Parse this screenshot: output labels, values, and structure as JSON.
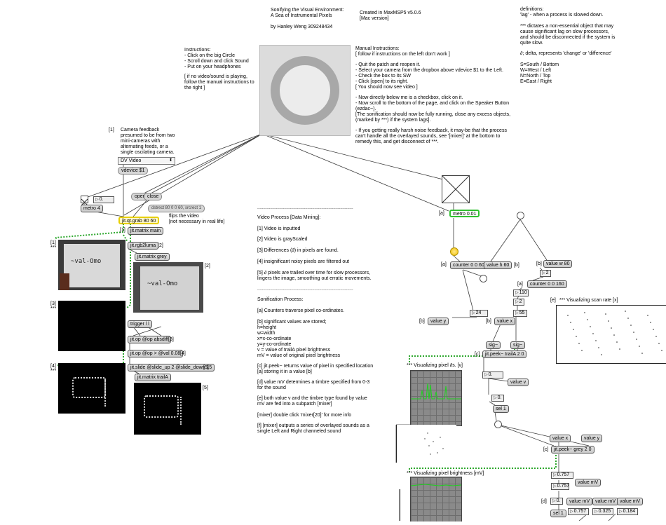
{
  "header": {
    "title1": "Sonifying the Visual Environment:",
    "title2": "A Sea of Instrumental Pixels",
    "author": "by Hanley Weng 309248434",
    "created1": "Created in MaxMSP5 v5.0.6",
    "created2": "[Mac version]"
  },
  "definitions": {
    "heading": "definitions:",
    "lag": "'lag' - when a process is slowed down.",
    "stars": [
      "*** dictates a non-essential object that may",
      "cause significant lag on slow processors,",
      "and should be disconnected if the system is",
      "quite slow."
    ],
    "delta": "∂; delta, represents 'change' or 'difference'",
    "dirs": [
      "S=South / Bottom",
      "W=West / Left",
      "N=North / Top",
      "E=East / Right"
    ]
  },
  "instructions": {
    "lines": [
      "Instructions:",
      "- Click on the big Circle",
      "- Scroll down and click Sound",
      "- Put on your headphones",
      "",
      "[ if no video/sound is playing,",
      "follow the manual instructions to",
      "the right ]"
    ]
  },
  "manual": {
    "lines": [
      "Manual Instructions:",
      "[ follow if instructions on the left don't work ]",
      "",
      "- Quit the patch and reopen it.",
      "- Select your camera from the dropbox above vdevice $1 to the Left.",
      "- Check the box to its SW",
      "- Click [open] to its right.",
      "[ You should now see video ]",
      "",
      "- Now directly below me is a checkbox, click on it.",
      "- Now scroll to the bottom of the page, and click on the Speaker Button",
      "(ezdac~).",
      "[The sonification should now be fully running, close any excess objects,",
      "(marked by ***) if the system lags].",
      "",
      "- If you getting really harsh noise feedback, it may-be that the process",
      "can't handle all the overlayed sounds, see '[mixer]' at the bottom to",
      "remedy this, and get disconnect of ***."
    ]
  },
  "camera": {
    "label_num": "[1]",
    "lines": [
      "Camera feedback",
      "presumed to be from two",
      "mini-cameras with",
      "alternating feeds, or a",
      "single oscilating camera."
    ],
    "dropdown": "DV Video",
    "vdevice": "vdevice $1",
    "toggle_num": "0.",
    "metro": "metro 4",
    "open": "open",
    "close": "close",
    "dstmsg": "dstrect 80 0 0 60, srcrect 1",
    "flips1": "flips the video",
    "flips2": "[not necessary in real life]",
    "grab": "jit.qt.grab 80 60"
  },
  "chain": {
    "matrix_main": "jit.matrix main",
    "n1": "[1]",
    "rgb2luma": "jit.rgb2luma",
    "n2": "[2]",
    "matrix_grey": "jit.matrix grey",
    "n2b": "[2]",
    "trigger": "trigger l l",
    "absdiff": "jit.op @op absdiff",
    "n3": "[3]",
    "opval": "jit.op @op > @val 0.08",
    "n4": "[4]",
    "slide": "jit.slide @slide_up 2 @slide_down 15",
    "n5": "[5]",
    "traila": "jit.matrix trailA",
    "n5b": "[5]",
    "side": [
      [
        "[1]",
        "***"
      ],
      [
        "[3]",
        "***"
      ],
      [
        "[4]",
        "***"
      ]
    ],
    "img_word": "~val-Omo"
  },
  "process": {
    "rule": "----------------------------------------------------------------------------------",
    "mining": [
      "Video Process [Data Mining]:",
      "",
      "[1] Video is inputted",
      "",
      "[2] Video is grayScaled",
      "",
      "[3] Differences (∂) in pixels are found.",
      "",
      "[4] insignificant noisy pixels are filtered out",
      "",
      "[5] ∂ pixels are trailed over time for slow processors,",
      "lingers the image, smoothing out erratic movements."
    ],
    "sonif": [
      "Sonification Process:",
      "",
      "[a] Counters traverse pixel co-ordinates.",
      "",
      "[b] significant values are stored;",
      "h=height",
      "w=width",
      "x=x-co-ordinate",
      "y=y-co-ordinate",
      "v = value of trailA pixel brightness",
      "mV = value of original pixel brightness",
      "",
      "[c] jit.peek~ returns value of pixel in specified location",
      "[a] storing it in a value [b]",
      "",
      "[d] value mV determines a timbre specified from 0-3",
      "for the sound",
      "",
      "[e] both value v and the timbre type found by value",
      "mV are fed into a subpatch [mixer]",
      "",
      "[mixer] double click 'mixer[20]' for more info",
      "",
      "[f] [mixer] outputs a series of overlayed sounds as a",
      "single Left and Right channeled sound"
    ]
  },
  "right": {
    "a1": "[a]",
    "metro01": "metro 0.01",
    "a2": "[a]",
    "counter": "counter 0 0 60",
    "valueh": "value h 60",
    "b1": "[b]",
    "b2": "[b]",
    "valuew": "value w 80",
    "n2": "2",
    "a3": "[a]",
    "counter2": "counter 0 0 160",
    "n110": "110",
    "n2b": "2",
    "n55": "55",
    "n24": "24",
    "valuey": "value y",
    "b3": "[b]",
    "valuex": "value x",
    "b4": "[b]",
    "sig1": "sig~",
    "sig2": "sig~",
    "c1": "[c]",
    "peek1": "jit.peek~ trailA 2 0",
    "e": "[e]",
    "scan": "*** Visualizing scan rate [x]",
    "vis1": "*** Visualizing pixel ∂s. [v]",
    "zero1": "0.",
    "valuev": "value v",
    "zero2": "0.",
    "sel1": "sel 1",
    "valuex2": "value x",
    "valuey2": "value y",
    "c2": "[c]",
    "peek2": "jit.peek~ grey 2 0",
    "vis2": "*** Visualizing pixel brightness [mV]",
    "mv": "0.757",
    "mv2": "0.757",
    "valuemv": "value mV",
    "d": "[d]",
    "zero3": "0.",
    "valuemv2": "value mV",
    "valuemv3": "value mV",
    "valuemv4": "value mV",
    "sel2": "sel 1",
    "v757": "0.757",
    "v325": "0.325",
    "v184": "0.184"
  },
  "colors": {
    "green": "#2fc02f",
    "yellow": "#e8d000",
    "wire": "#444444"
  }
}
